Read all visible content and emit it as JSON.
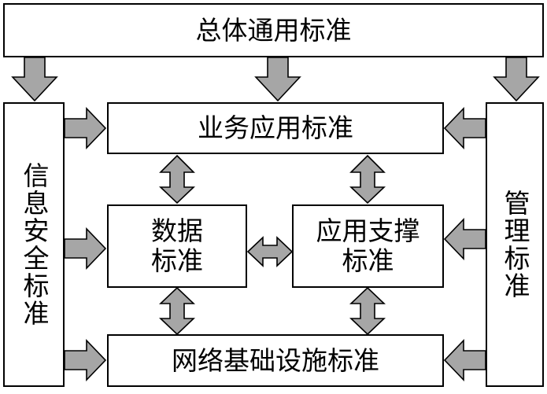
{
  "diagram": {
    "top_box": "总体通用标准",
    "business_box": "业务应用标准",
    "data_box": {
      "line1": "数据",
      "line2": "标准"
    },
    "support_box": {
      "line1": "应用支撑",
      "line2": "标准"
    },
    "infra_box": "网络基础设施标准",
    "left_box": "信息安全标准",
    "right_box": "管理标准"
  },
  "colors": {
    "arrow_fill": "#a6a6a6",
    "border": "#000000",
    "background": "#ffffff"
  }
}
